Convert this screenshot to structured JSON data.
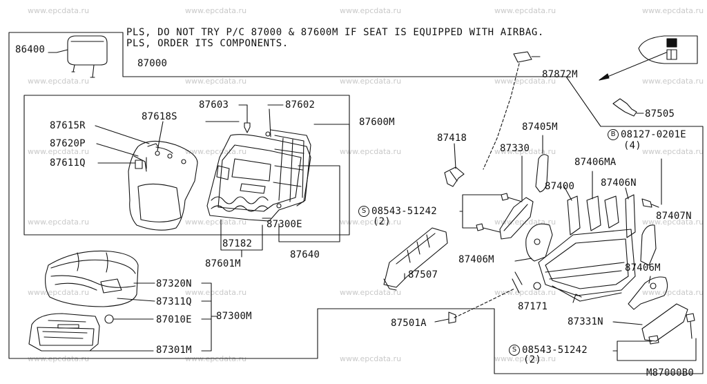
{
  "watermark": "www.epcdata.ru",
  "notes": {
    "line1": "PLS, DO NOT TRY P/C  87000 &  87600M IF SEAT IS EQUIPPED WITH AIRBAG.",
    "line2": "PLS, ORDER ITS COMPONENTS."
  },
  "figure_code": "M87000B0",
  "callout_symbols": {
    "bolt": "B",
    "screw": "S"
  },
  "labels": {
    "p86400": "86400",
    "p87000": "87000",
    "p87872m": "87872M",
    "p87505": "87505",
    "p08127": "08127-0201E",
    "p08127_qty": "(4)",
    "p87603": "87603",
    "p87602": "87602",
    "p87600m": "87600M",
    "p87615r": "87615R",
    "p87618s": "87618S",
    "p87620p": "87620P",
    "p87611q": "87611Q",
    "p87300e": "87300E",
    "p87182": "87182",
    "p87640": "87640",
    "p87601m": "87601M",
    "p87418": "87418",
    "p87405m": "87405M",
    "p87330": "87330",
    "p87406ma": "87406MA",
    "p87406n": "87406N",
    "p87400": "87400",
    "p87407n": "87407N",
    "p08543_a": "08543-51242",
    "p08543_a_qty": "(2)",
    "p87406m_a": "87406M",
    "p87406m_b": "87406M",
    "p87507": "87507",
    "p87320n": "87320N",
    "p87311q": "87311Q",
    "p87010e": "87010E",
    "p87300m": "87300M",
    "p87301m": "87301M",
    "p87171": "87171",
    "p87501a": "87501A",
    "p87331n": "87331N",
    "p08543_b": "08543-51242",
    "p08543_b_qty": "(2)"
  }
}
